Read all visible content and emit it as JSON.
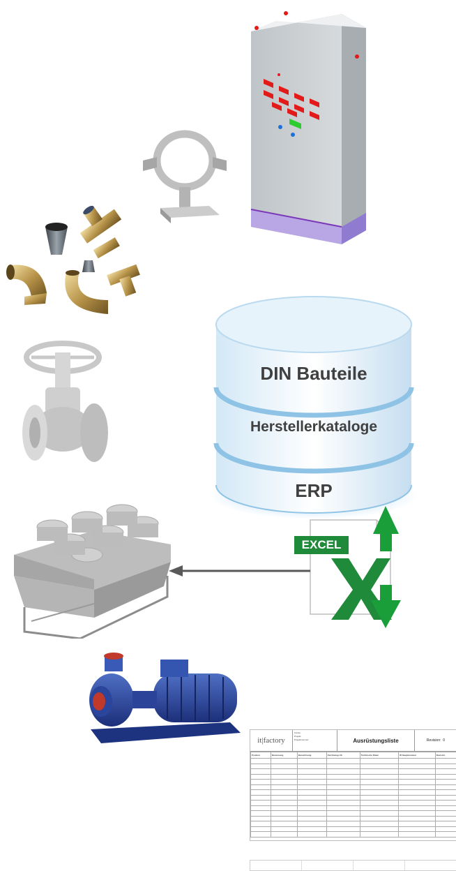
{
  "database": {
    "layers": [
      "DIN Bauteile",
      "Herstellerkataloge",
      "ERP"
    ]
  },
  "excel": {
    "label": "EXCEL"
  },
  "document": {
    "logo": "it|factory",
    "title": "Ausrüstungsliste",
    "revision_label": "Revision:",
    "revision_value": "0",
    "meta_labels": [
      "Kunde:",
      "Projekt:",
      "Projektnummer:"
    ],
    "columns": [
      "Position",
      "Benennung",
      "Bezeichnung",
      "Zeichnungs Nr.",
      "Technische Daten",
      "ID Hauptnummer",
      "Revision"
    ]
  },
  "colors": {
    "db_blue": "#8fc3e6",
    "excel_green": "#1e8a3a",
    "arrow_gray": "#595959"
  }
}
